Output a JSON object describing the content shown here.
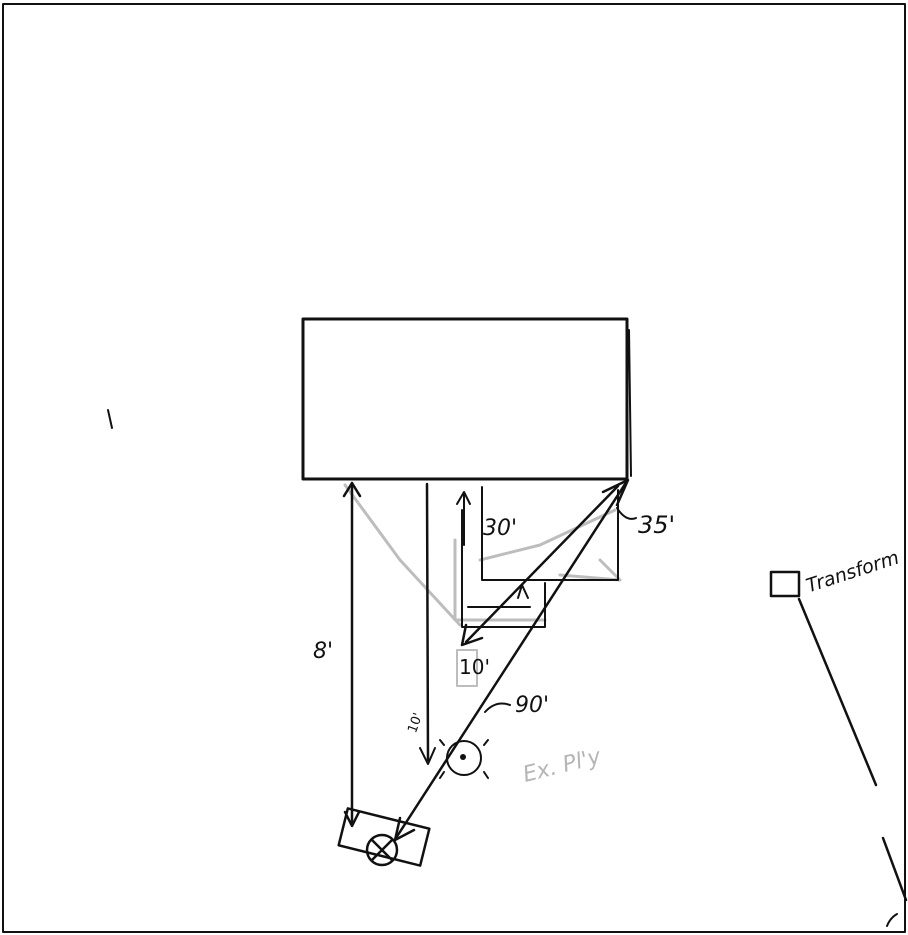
{
  "labels": {
    "dim_30": "30'",
    "dim_35": "35'",
    "dim_10": "10'",
    "dim_90": "90'",
    "dim_left": "8'",
    "dim_small": "10'",
    "existing_note": "Ex. Pl'y",
    "transformer": "Transform"
  },
  "colors": {
    "ink": "#111111",
    "faint": "#bdbdbd",
    "paper": "#ffffff"
  }
}
